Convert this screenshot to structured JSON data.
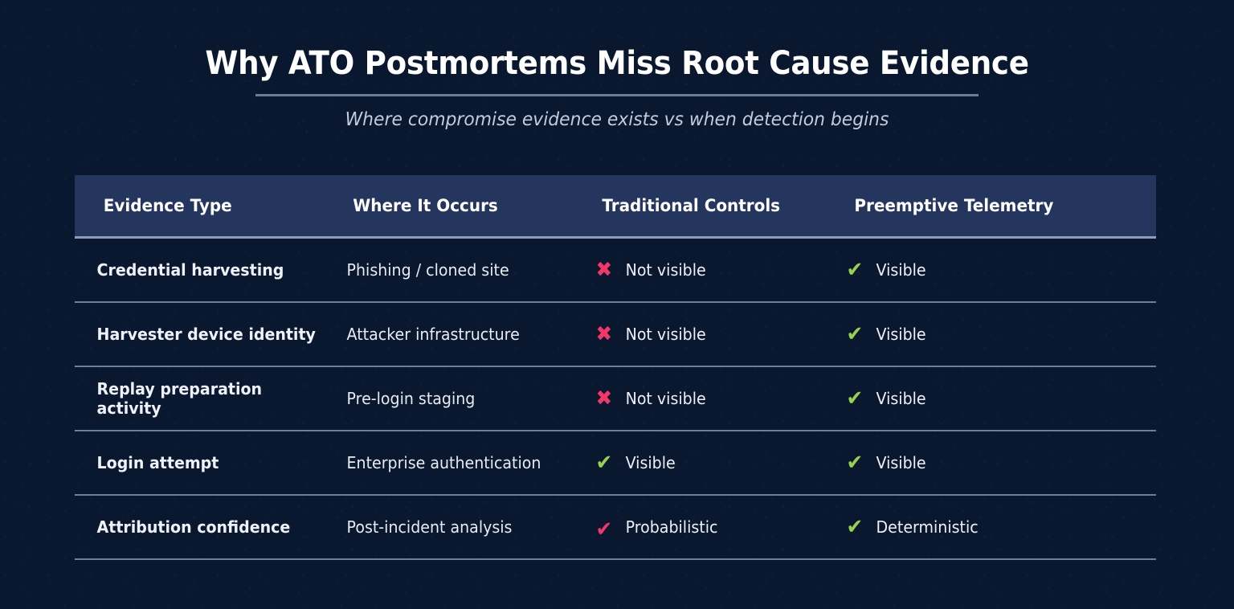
{
  "header": {
    "title": "Why ATO Postmortems Miss Root Cause Evidence",
    "subtitle": "Where compromise evidence exists vs when detection begins"
  },
  "colors": {
    "background": "#0a182f",
    "header_row": "#24365e",
    "divider": "#8d9cbb",
    "row_divider": "#6e7d9c",
    "negative": "#f2376b",
    "positive": "#97d14f",
    "title_text": "#ffffff",
    "subtitle_text": "#c3cbdd"
  },
  "table": {
    "columns": [
      {
        "key": "evidence_type",
        "label": "Evidence Type"
      },
      {
        "key": "where_it_occurs",
        "label": "Where It Occurs"
      },
      {
        "key": "traditional_controls",
        "label": "Traditional Controls"
      },
      {
        "key": "preemptive_telemetry",
        "label": "Preemptive Telemetry"
      }
    ],
    "rows": [
      {
        "evidence_type": "Credential harvesting",
        "where_it_occurs": "Phishing / cloned site",
        "traditional_controls": {
          "icon": "cross-mark-icon",
          "glyph": "✖",
          "state": "negative",
          "label": "Not visible"
        },
        "preemptive_telemetry": {
          "icon": "check-mark-icon",
          "glyph": "✔",
          "state": "positive",
          "label": "Visible"
        }
      },
      {
        "evidence_type": "Harvester device identity",
        "where_it_occurs": "Attacker infrastructure",
        "traditional_controls": {
          "icon": "cross-mark-icon",
          "glyph": "✖",
          "state": "negative",
          "label": "Not visible"
        },
        "preemptive_telemetry": {
          "icon": "check-mark-icon",
          "glyph": "✔",
          "state": "positive",
          "label": "Visible"
        }
      },
      {
        "evidence_type": "Replay preparation activity",
        "where_it_occurs": "Pre-login staging",
        "traditional_controls": {
          "icon": "cross-mark-icon",
          "glyph": "✖",
          "state": "negative",
          "label": "Not visible"
        },
        "preemptive_telemetry": {
          "icon": "check-mark-icon",
          "glyph": "✔",
          "state": "positive",
          "label": "Visible"
        }
      },
      {
        "evidence_type": "Login attempt",
        "where_it_occurs": "Enterprise authentication",
        "traditional_controls": {
          "icon": "check-mark-icon",
          "glyph": "✔",
          "state": "positive",
          "label": "Visible"
        },
        "preemptive_telemetry": {
          "icon": "check-mark-icon",
          "glyph": "✔",
          "state": "positive",
          "label": "Visible"
        }
      },
      {
        "evidence_type": "Attribution confidence",
        "where_it_occurs": "Post-incident analysis",
        "traditional_controls": {
          "icon": "check-mark-icon",
          "glyph": "✔",
          "state": "negative-check",
          "label": "Probabilistic"
        },
        "preemptive_telemetry": {
          "icon": "check-mark-icon",
          "glyph": "✔",
          "state": "positive",
          "label": "Deterministic"
        }
      }
    ]
  }
}
